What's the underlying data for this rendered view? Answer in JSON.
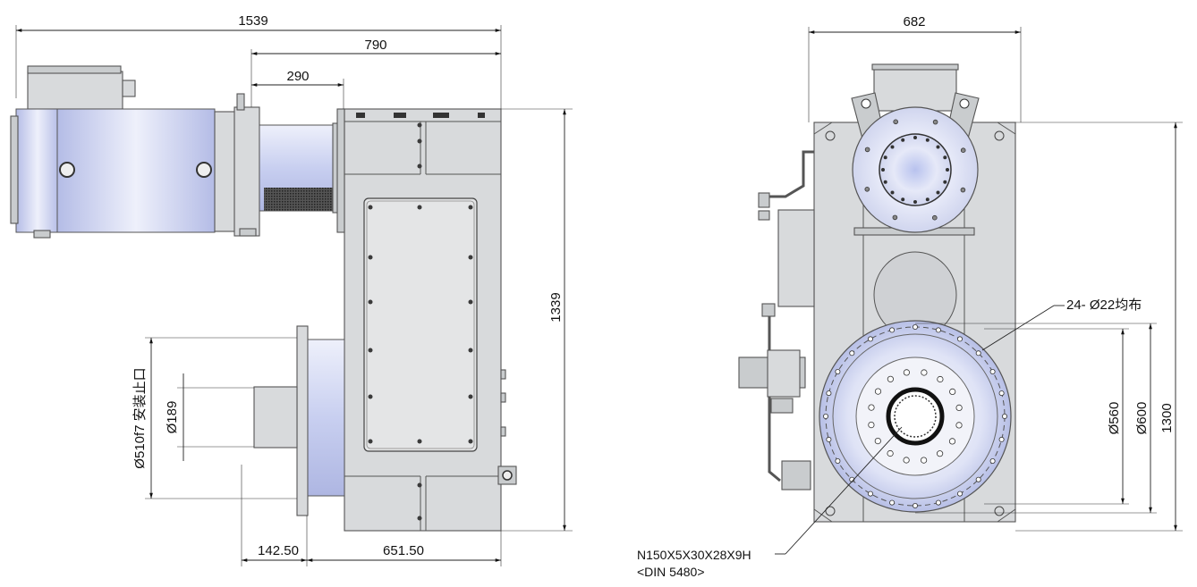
{
  "dimensions": {
    "overall_length": "1539",
    "motor_to_housing": "790",
    "coupling_length": "290",
    "housing_height": "1339",
    "flange_offset": "142.50",
    "output_offset": "651.50",
    "pilot_diameter": "Ø510f7 安装止口",
    "shaft_diameter": "Ø189",
    "side_width": "682",
    "side_height": "1300",
    "bolt_circle": "Ø560",
    "flange_diameter": "Ø600",
    "bolt_pattern": "24- Ø22均布",
    "spline_line1": "N150X5X30X28X9H",
    "spline_line2": "<DIN  5480>"
  },
  "colors": {
    "housing": "#d8dadc",
    "motor_blue": "#c8cff0",
    "line": "#222222"
  }
}
